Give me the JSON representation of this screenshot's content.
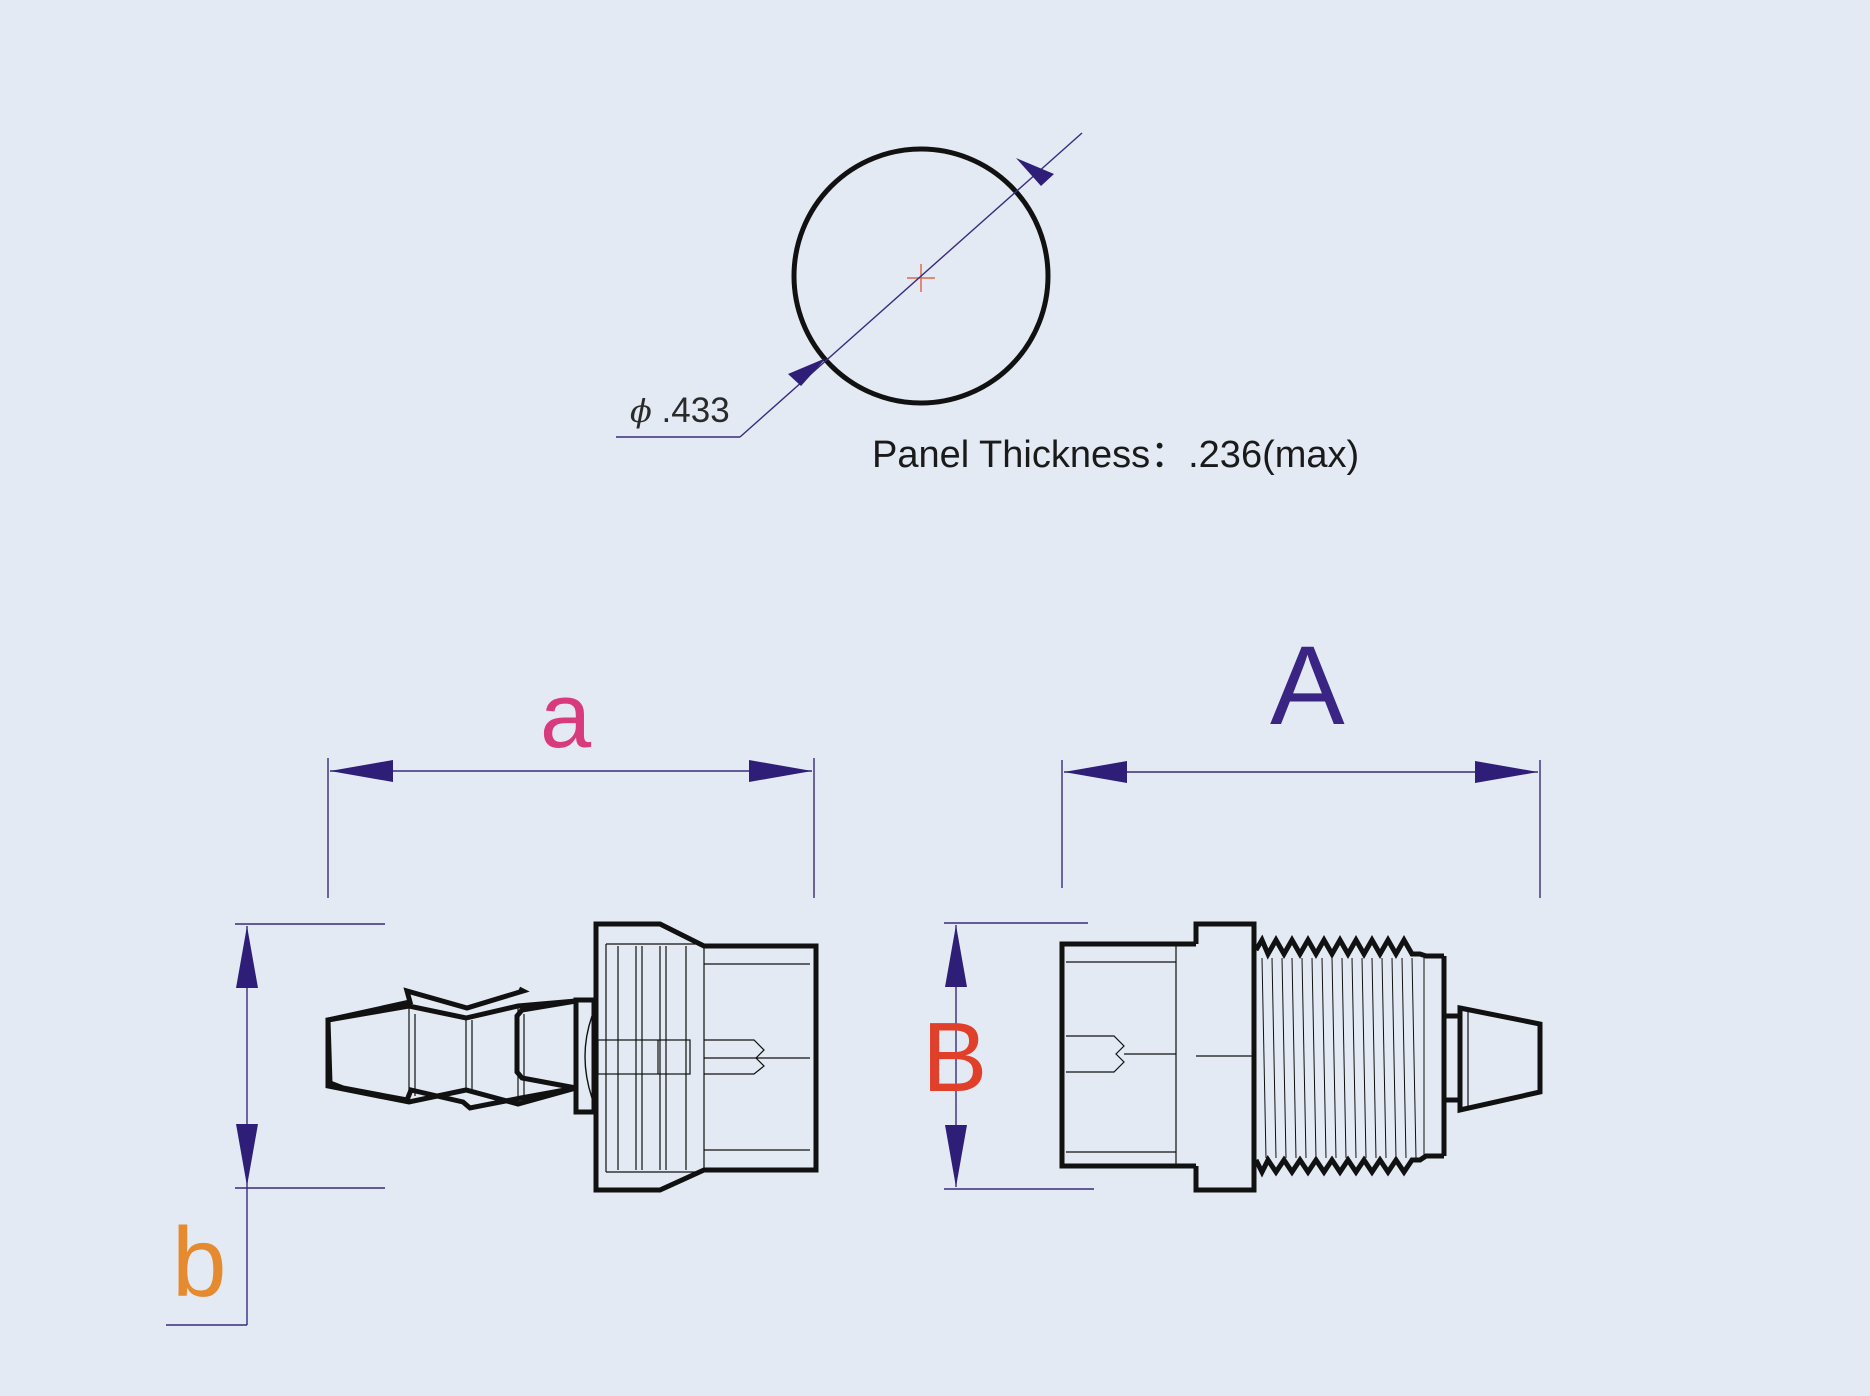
{
  "diameter": {
    "symbol": "ϕ",
    "value": ".433"
  },
  "panel_thickness": "Panel Thickness：.236(max)",
  "dimension_labels": {
    "a": "a",
    "A": "A",
    "B": "B",
    "b": "b"
  },
  "colors": {
    "background": "#e3eaf3",
    "outline": "#111111",
    "dimension_line": "#3b2a7e",
    "arrow": "#2f1e78",
    "center_mark": "#e06a4a",
    "label_a": "#d83a7e",
    "label_A": "#3a2585",
    "label_B": "#e0402a",
    "label_b": "#e58a2e"
  }
}
